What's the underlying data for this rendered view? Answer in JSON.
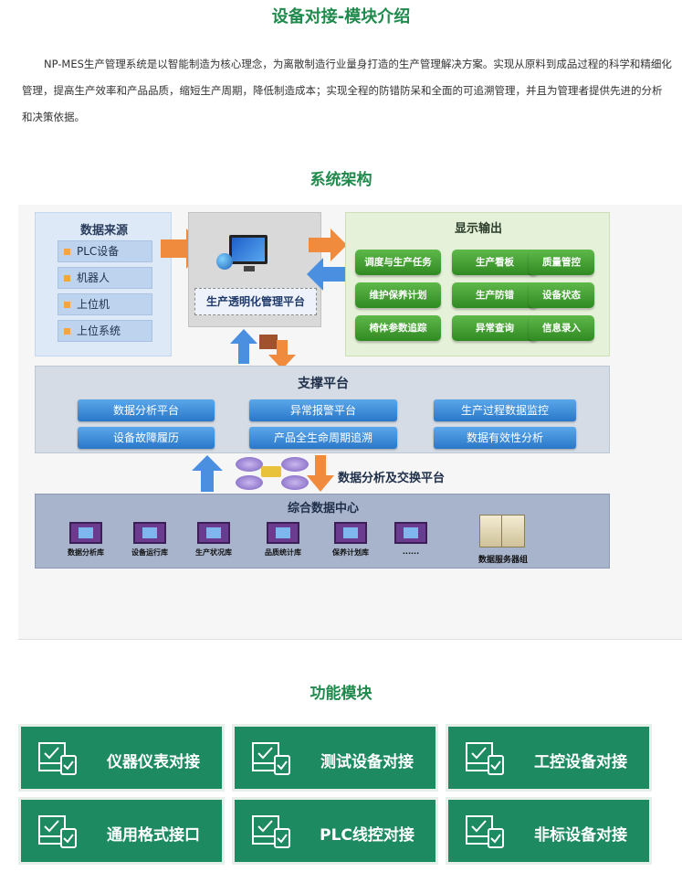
{
  "page": {
    "title": "设备对接-模块介绍",
    "intro": "NP-MES生产管理系统是以智能制造为核心理念，为离散制造行业量身打造的生产管理解决方案。实现从原料到成品过程的科学和精细化管理，提高生产效率和产品品质，缩短生产周期，降低制造成本；实现全程的防错防呆和全面的可追溯管理，并且为管理者提供先进的分析和决策依据。"
  },
  "architecture": {
    "title": "系统架构",
    "data_source": {
      "title": "数据来源",
      "items": [
        "PLC设备",
        "机器人",
        "上位机",
        "上位系统"
      ]
    },
    "platform_label": "生产透明化管理平台",
    "output": {
      "title": "显示输出",
      "buttons": [
        "调度与生产任务",
        "生产看板",
        "质量管控",
        "维护保养计划",
        "生产防错",
        "设备状态",
        "椅体参数追踪",
        "异常查询",
        "信息录入"
      ]
    },
    "support": {
      "title": "支撑平台",
      "buttons": [
        "数据分析平台",
        "异常报警平台",
        "生产过程数据监控",
        "设备故障履历",
        "产品全生命周期追溯",
        "数据有效性分析"
      ]
    },
    "exchange_label": "数据分析及交换平台",
    "data_center": {
      "title": "综合数据中心",
      "databases": [
        "数据分析库",
        "设备运行库",
        "生产状况库",
        "品质统计库",
        "保养计划库",
        "......"
      ],
      "servers_label": "数据服务器组"
    }
  },
  "modules": {
    "title": "功能模块",
    "items": [
      {
        "label": "仪器仪表对接",
        "icon": "device-check-icon"
      },
      {
        "label": "测试设备对接",
        "icon": "device-check-icon"
      },
      {
        "label": "工控设备对接",
        "icon": "device-check-icon"
      },
      {
        "label": "通用格式接口",
        "icon": "device-check-icon"
      },
      {
        "label": "PLC线控对接",
        "icon": "device-check-icon"
      },
      {
        "label": "非标设备对接",
        "icon": "device-check-icon"
      }
    ]
  },
  "colors": {
    "brand_green": "#1f8a4c",
    "module_bg": "#1d8a62",
    "arrow_orange": "#f08a3c",
    "arrow_blue": "#4a8fe0"
  }
}
